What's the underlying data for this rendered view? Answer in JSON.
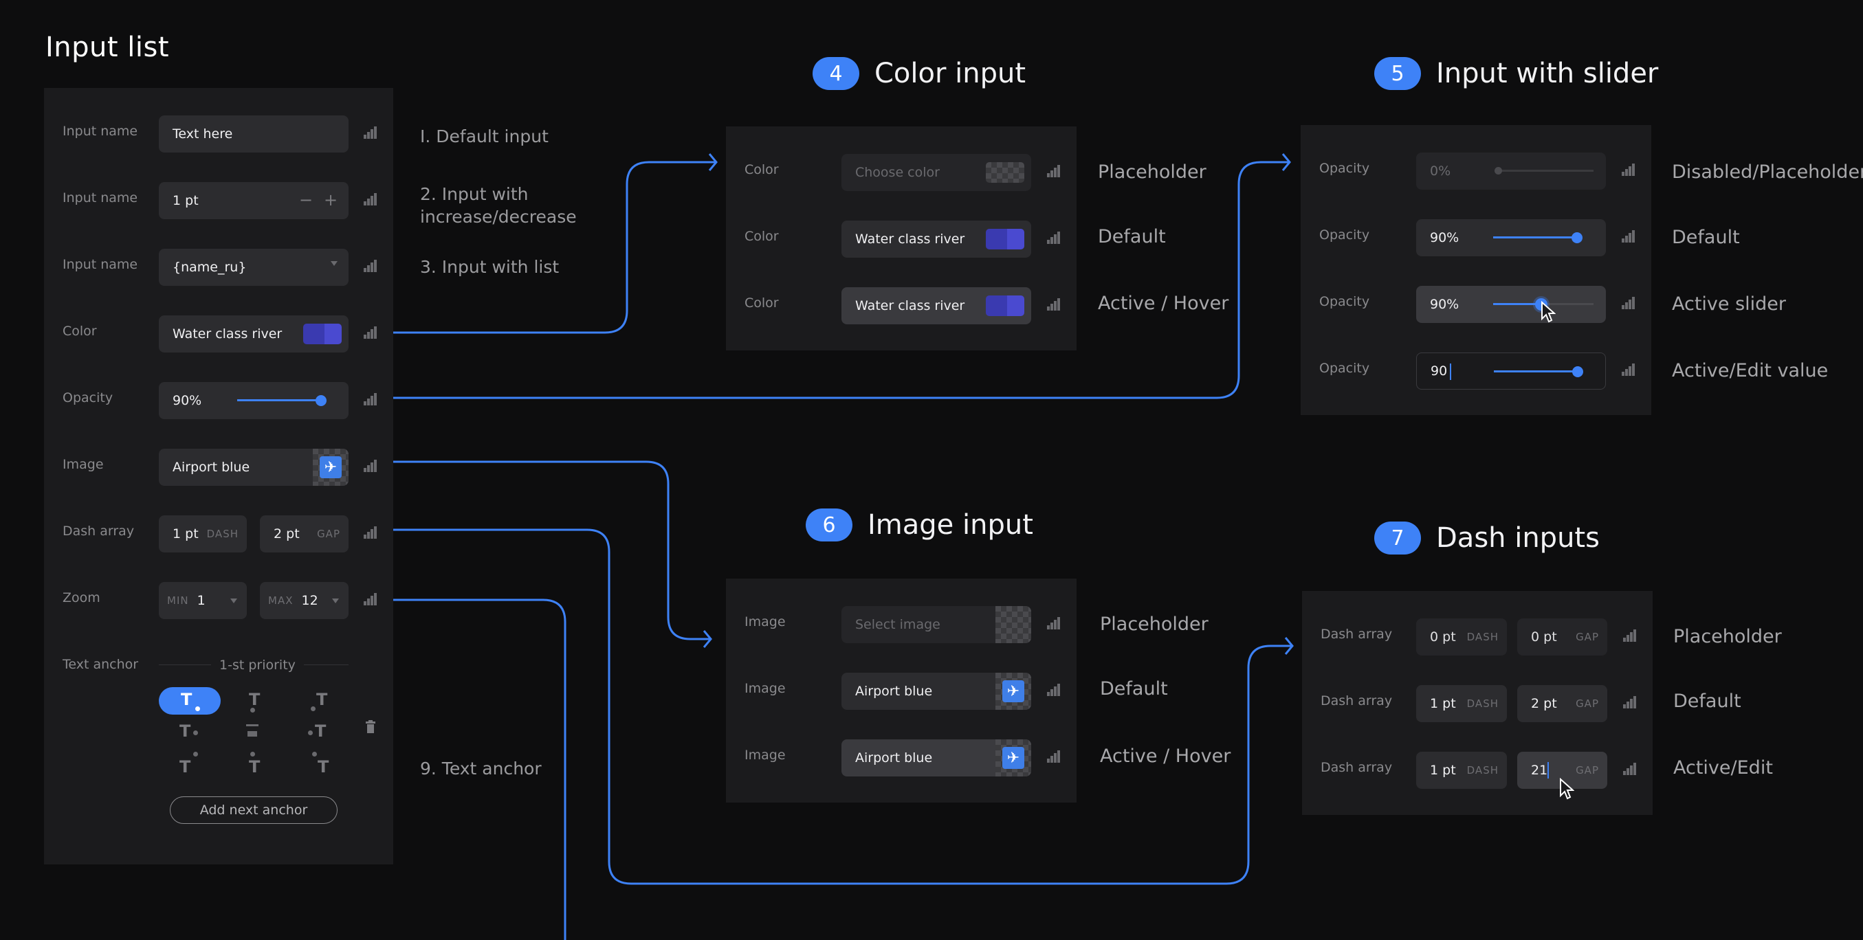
{
  "page_title": "Input list",
  "left_panel": {
    "rows": [
      {
        "label": "Input name",
        "value": "Text here"
      },
      {
        "label": "Input name",
        "value": "1 pt",
        "minus": "−",
        "plus": "+"
      },
      {
        "label": "Input name",
        "value": "{name_ru}"
      },
      {
        "label": "Color",
        "value": "Water class river"
      },
      {
        "label": "Opacity",
        "value": "90%"
      },
      {
        "label": "Image",
        "value": "Airport blue"
      },
      {
        "label": "Dash array",
        "value1": "1 pt",
        "tag1": "DASH",
        "value2": "2 pt",
        "tag2": "GAP"
      },
      {
        "label": "Zoom",
        "tag1": "MIN",
        "value1": "1",
        "tag2": "MAX",
        "value2": "12"
      }
    ],
    "text_anchor": {
      "label": "Text anchor",
      "priority": "1-st priority",
      "glyph": "T",
      "button": "Add next anchor"
    }
  },
  "notes": {
    "n1": "I. Default input",
    "n2": "2. Input with increase/decrease",
    "n3": "3. Input with list",
    "n9": "9. Text anchor"
  },
  "sections": {
    "color": {
      "number": "4",
      "title": "Color input",
      "rows": [
        {
          "label": "Color",
          "value": "Choose color",
          "state": "Placeholder"
        },
        {
          "label": "Color",
          "value": "Water class river",
          "state": "Default"
        },
        {
          "label": "Color",
          "value": "Water class river",
          "state": "Active / Hover"
        }
      ]
    },
    "slider": {
      "number": "5",
      "title": "Input with slider",
      "rows": [
        {
          "label": "Opacity",
          "value": "0%",
          "state": "Disabled/Placeholder",
          "level": 0
        },
        {
          "label": "Opacity",
          "value": "90%",
          "state": "Default",
          "level": 0.8
        },
        {
          "label": "Opacity",
          "value": "90%",
          "state": "Active slider",
          "level": 0.45
        },
        {
          "label": "Opacity",
          "value": "90",
          "state": "Active/Edit value",
          "level": 0.8
        }
      ]
    },
    "image": {
      "number": "6",
      "title": "Image input",
      "rows": [
        {
          "label": "Image",
          "value": "Select image",
          "state": "Placeholder"
        },
        {
          "label": "Image",
          "value": "Airport blue",
          "state": "Default"
        },
        {
          "label": "Image",
          "value": "Airport blue",
          "state": "Active / Hover"
        }
      ]
    },
    "dash": {
      "number": "7",
      "title": "Dash inputs",
      "tag1": "DASH",
      "tag2": "GAP",
      "rows": [
        {
          "label": "Dash array",
          "value1": "0 pt",
          "value2": "0 pt",
          "state": "Placeholder"
        },
        {
          "label": "Dash array",
          "value1": "1 pt",
          "value2": "2 pt",
          "state": "Default"
        },
        {
          "label": "Dash array",
          "value1": "1 pt",
          "value2": "21",
          "state": "Active/Edit"
        }
      ]
    }
  },
  "colors": {
    "accent": "#3e82f7",
    "background": "#0d0d0e",
    "panel": "#1b1b1d",
    "field": "#2c2c2f"
  },
  "icons": [
    "signal-icon",
    "plane-icon",
    "trash-icon",
    "chevron-down-icon",
    "cursor-icon"
  ]
}
